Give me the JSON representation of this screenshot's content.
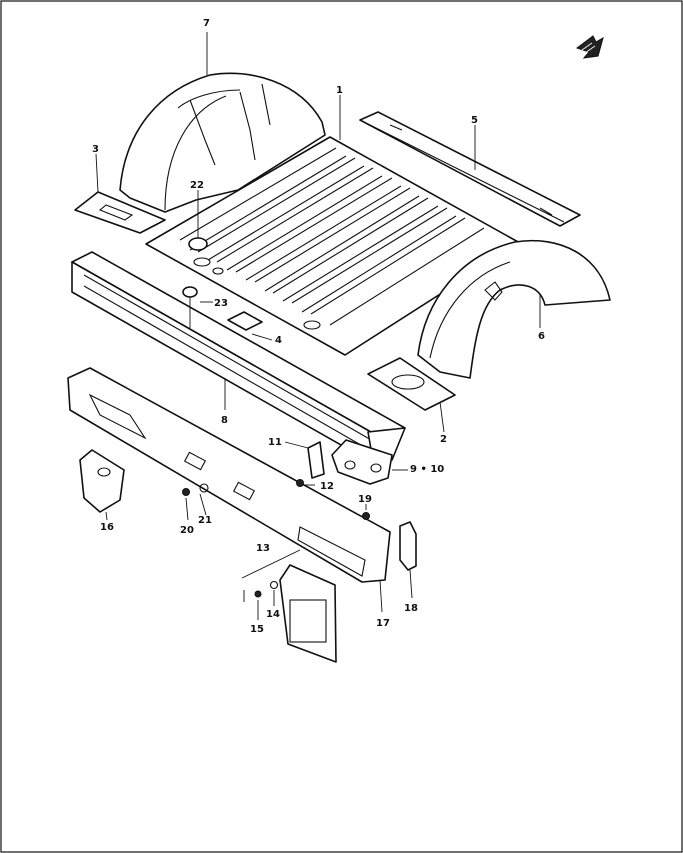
{
  "callouts": {
    "c1": "1",
    "c2": "2",
    "c3": "3",
    "c4": "4",
    "c5": "5",
    "c6": "6",
    "c7": "7",
    "c8": "8",
    "c9_10": "9 • 10",
    "c11": "11",
    "c12": "12",
    "c13": "13",
    "c14": "14",
    "c15": "15",
    "c16": "16",
    "c17": "17",
    "c18": "18",
    "c19": "19",
    "c20": "20",
    "c21": "21",
    "c22": "22",
    "c23": "23"
  },
  "icons": {
    "front_direction": "front-arrow-icon"
  }
}
